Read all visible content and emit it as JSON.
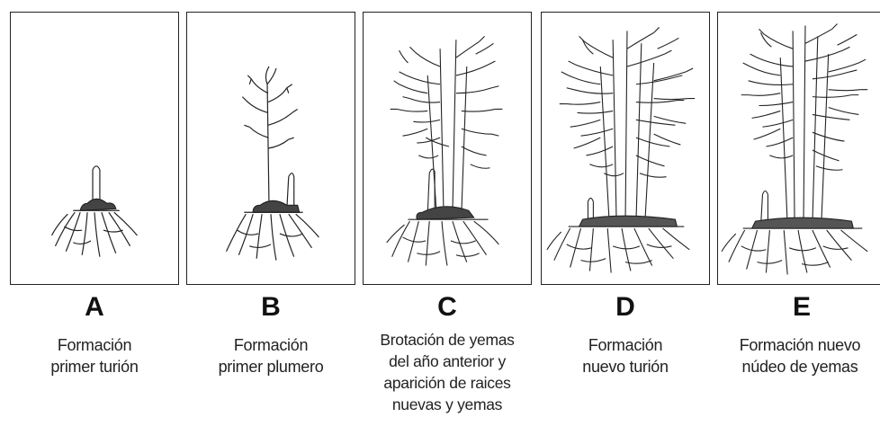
{
  "stages": [
    {
      "letter": "A",
      "caption_lines": [
        "Formación",
        "primer turión"
      ],
      "foliage_level": 0
    },
    {
      "letter": "B",
      "caption_lines": [
        "Formación",
        "primer plumero"
      ],
      "foliage_level": 1
    },
    {
      "letter": "C",
      "caption_lines": [
        "Brotación de yemas",
        "del año anterior y",
        "aparición de raices",
        "nuevas y yemas"
      ],
      "foliage_level": 2
    },
    {
      "letter": "D",
      "caption_lines": [
        "Formación",
        "nuevo turión"
      ],
      "foliage_level": 3
    },
    {
      "letter": "E",
      "caption_lines": [
        "Formación nuevo",
        "núdeo de yemas"
      ],
      "foliage_level": 3
    }
  ],
  "colors": {
    "ink": "#222222",
    "frame": "#222222"
  }
}
